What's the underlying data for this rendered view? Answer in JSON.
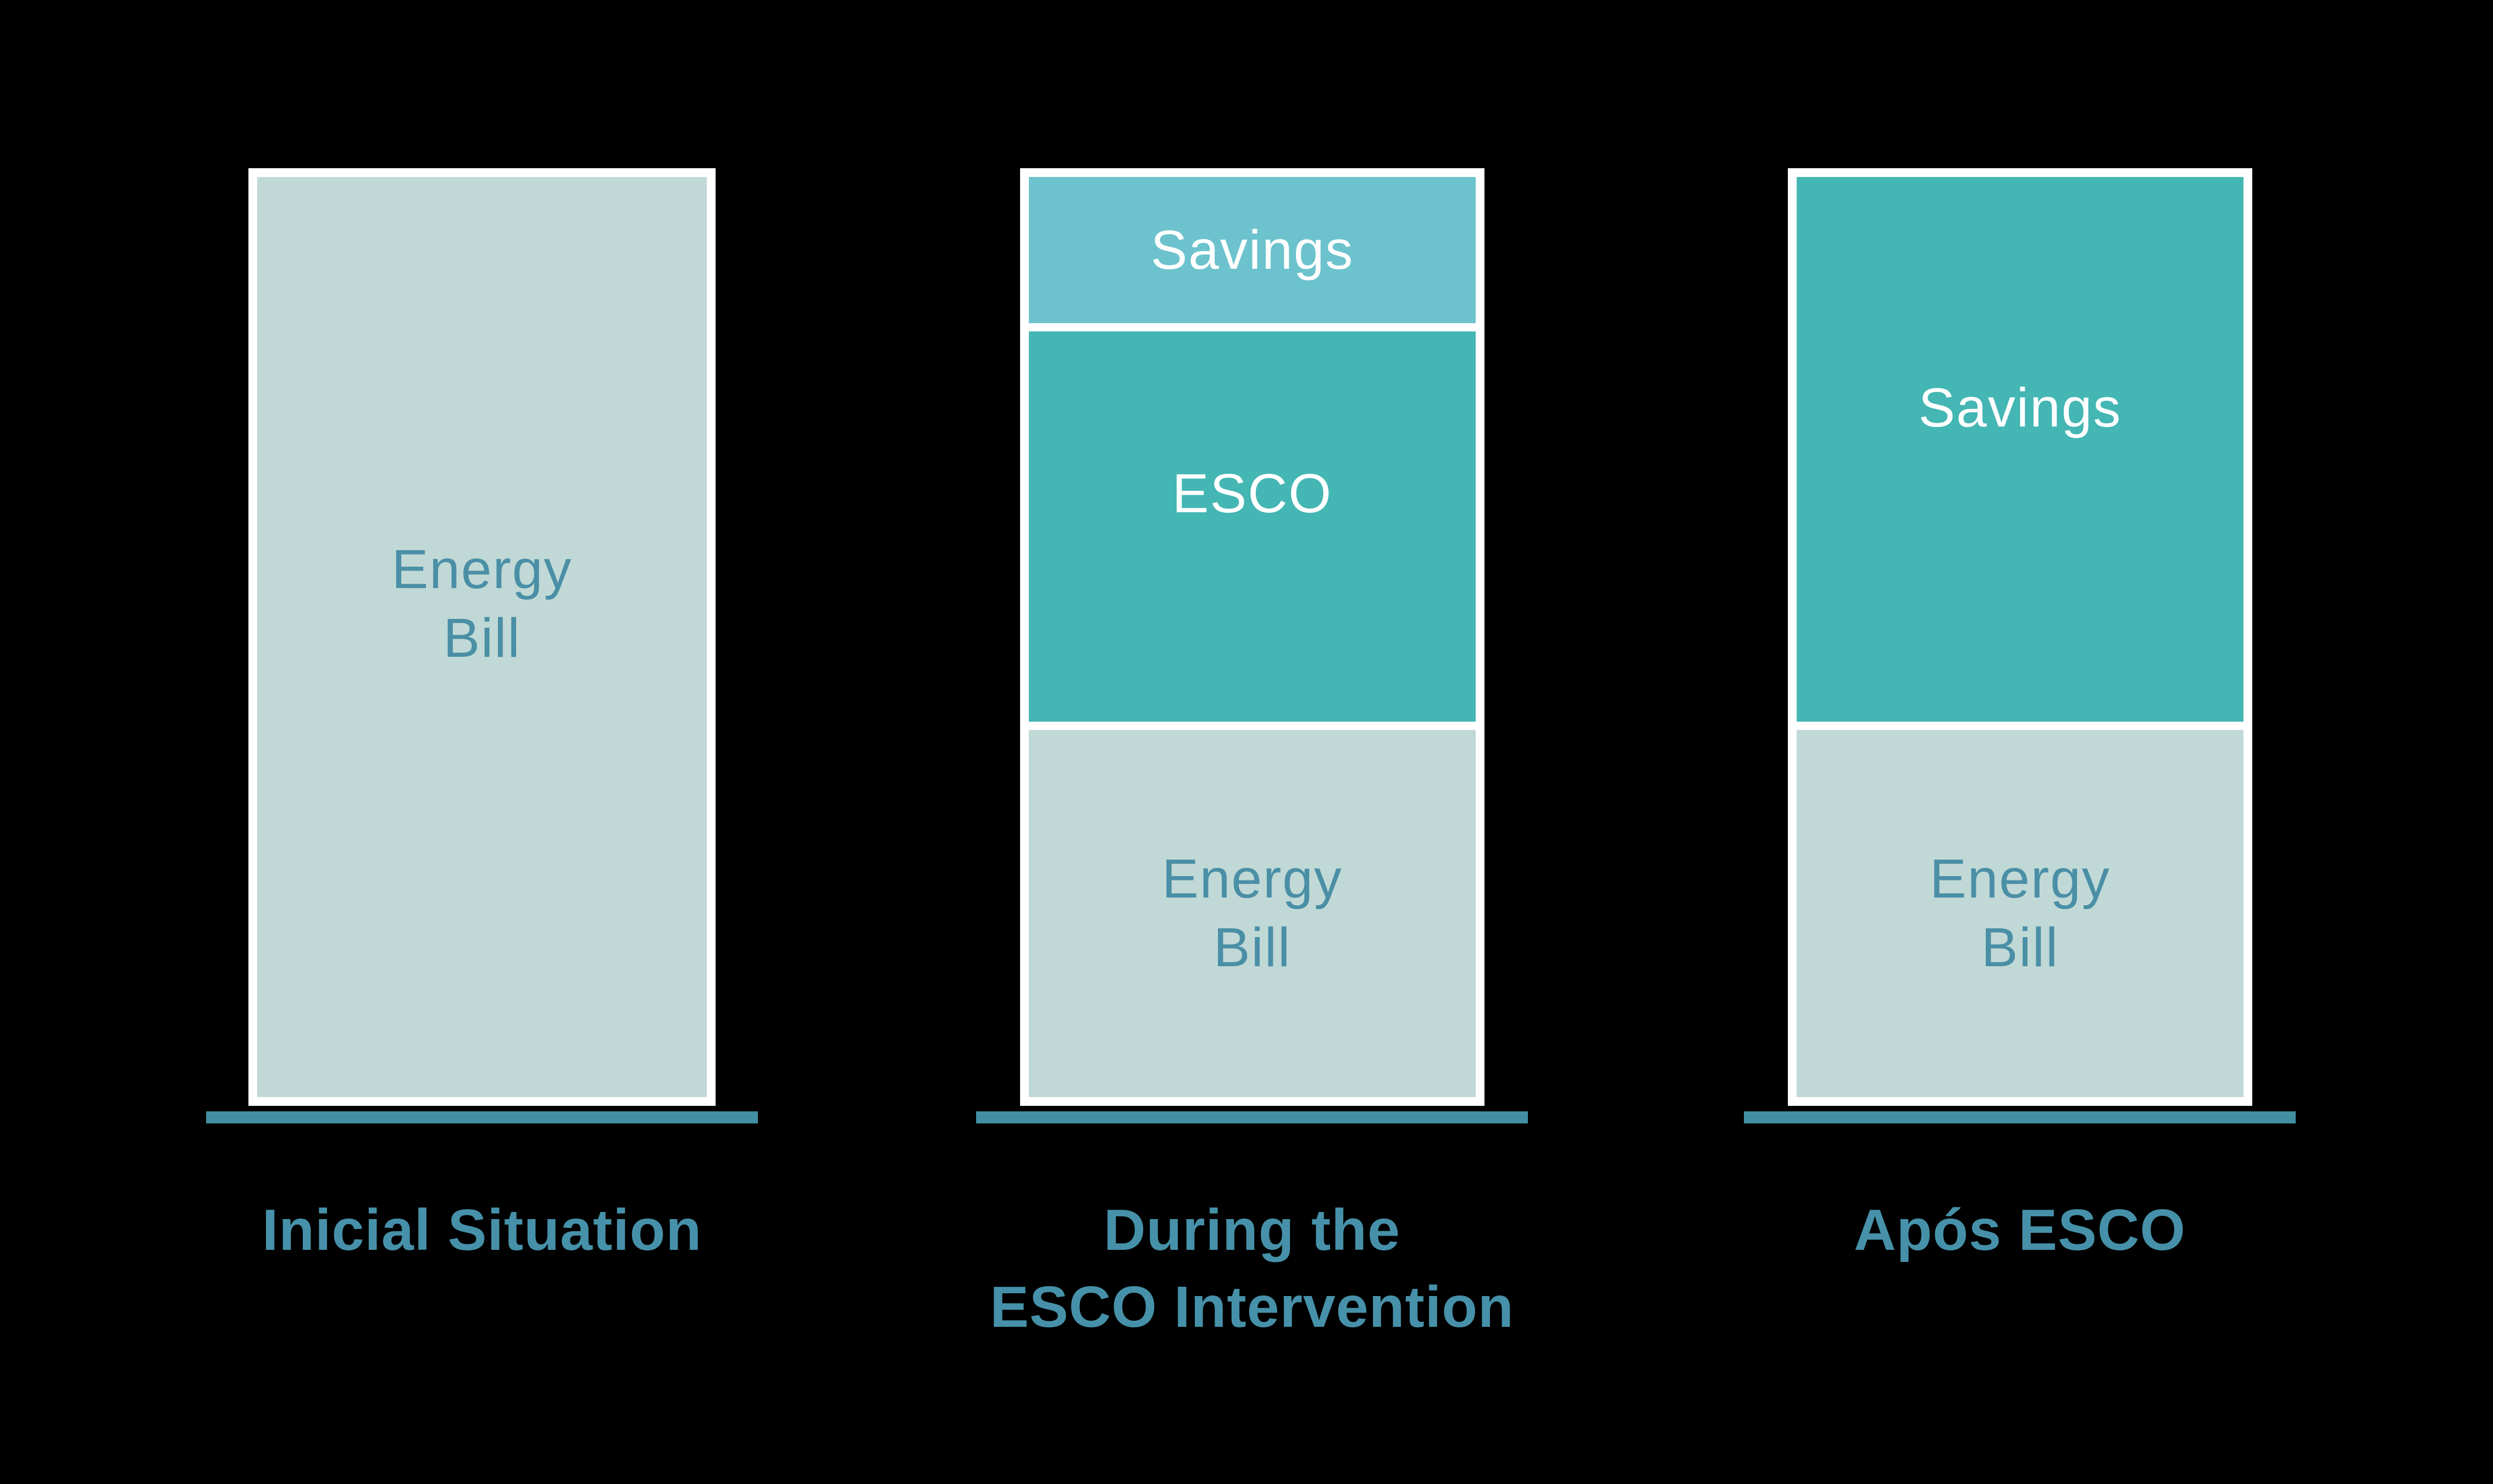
{
  "background_color": "#000000",
  "colors": {
    "bar_border": "#ffffff",
    "energy_bill_fill": "#c0d9d6",
    "savings_during_fill": "#6cc3cd",
    "esco_fill": "#44b6b4",
    "savings_after_fill": "#44b6b4",
    "segment_label_light": "#ffffff",
    "segment_label_teal": "#4a8fa6",
    "caption_text": "#4691a9",
    "baseline_rule": "#418fa1"
  },
  "chart_data": {
    "type": "bar",
    "stacked": true,
    "orientation": "vertical",
    "title": "",
    "xlabel": "",
    "ylabel": "",
    "axes_visible": false,
    "grid": false,
    "legend": "none",
    "units": "percent of initial energy bill (estimated from segment heights)",
    "ylim": [
      0,
      100
    ],
    "categories": [
      "Inicial Situation",
      "During the ESCO Intervention",
      "Após ESCO"
    ],
    "bars": [
      {
        "category": "Inicial Situation",
        "segments_bottom_to_top": [
          {
            "name": "Energy Bill",
            "value": 100,
            "color": "#c0d9d6"
          }
        ]
      },
      {
        "category": "During the ESCO Intervention",
        "segments_bottom_to_top": [
          {
            "name": "Energy Bill",
            "value": 40,
            "color": "#c0d9d6"
          },
          {
            "name": "ESCO",
            "value": 42,
            "color": "#44b6b4"
          },
          {
            "name": "Savings",
            "value": 16,
            "color": "#6cc3cd"
          }
        ]
      },
      {
        "category": "Após ESCO",
        "segments_bottom_to_top": [
          {
            "name": "Energy Bill",
            "value": 40,
            "color": "#c0d9d6"
          },
          {
            "name": "Savings",
            "value": 59,
            "color": "#44b6b4"
          }
        ]
      }
    ]
  },
  "bars": [
    {
      "caption_line1": "Inicial Situation",
      "segments": {
        "energy": {
          "label": "Energy\nBill"
        }
      }
    },
    {
      "caption_line1": "During the",
      "caption_line2": "ESCO Intervention",
      "segments": {
        "savings": {
          "label": "Savings"
        },
        "esco": {
          "label": "ESCO"
        },
        "energy": {
          "label": "Energy\nBill"
        }
      }
    },
    {
      "caption_line1": "Após ESCO",
      "segments": {
        "savings": {
          "label": "Savings"
        },
        "energy": {
          "label": "Energy\nBill"
        }
      }
    }
  ]
}
